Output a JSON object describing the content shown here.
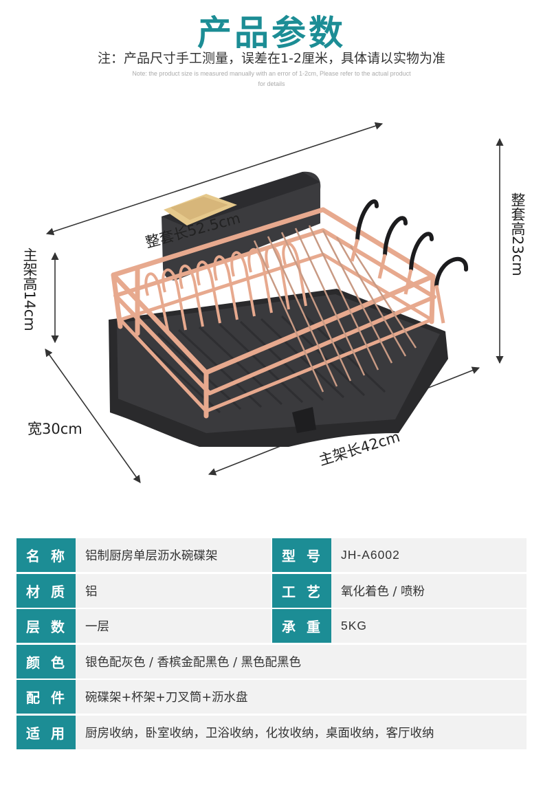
{
  "header": {
    "title": "产品参数",
    "note_cn": "注：产品尺寸手工测量，误差在1-2厘米，具体请以实物为准",
    "note_en": "Note: the product size is measured manually with an error of 1-2cm, Please refer to the actual product for details"
  },
  "dimensions": {
    "total_length": "整套长52.5cm",
    "main_length": "主架长42cm",
    "width": "宽30cm",
    "main_height": "主架高14cm",
    "total_height": "整套高23cm"
  },
  "colors": {
    "accent": "#1c8d95",
    "rose_gold": "#e7a98e",
    "tray": "#2a2a2c"
  },
  "specs": [
    {
      "label": "名称",
      "value": "铝制厨房单层沥水碗碟架",
      "label2": "型号",
      "value2": "JH-A6002"
    },
    {
      "label": "材质",
      "value": "铝",
      "label2": "工艺",
      "value2": "氧化着色 / 喷粉"
    },
    {
      "label": "层数",
      "value": "一层",
      "label2": "承重",
      "value2": "5KG"
    },
    {
      "label": "颜色",
      "value": "银色配灰色 / 香槟金配黑色 / 黑色配黑色"
    },
    {
      "label": "配件",
      "value": "碗碟架+杯架+刀叉筒+沥水盘"
    },
    {
      "label": "适用",
      "value": "厨房收纳，卧室收纳，卫浴收纳，化妆收纳，桌面收纳，客厅收纳"
    }
  ]
}
